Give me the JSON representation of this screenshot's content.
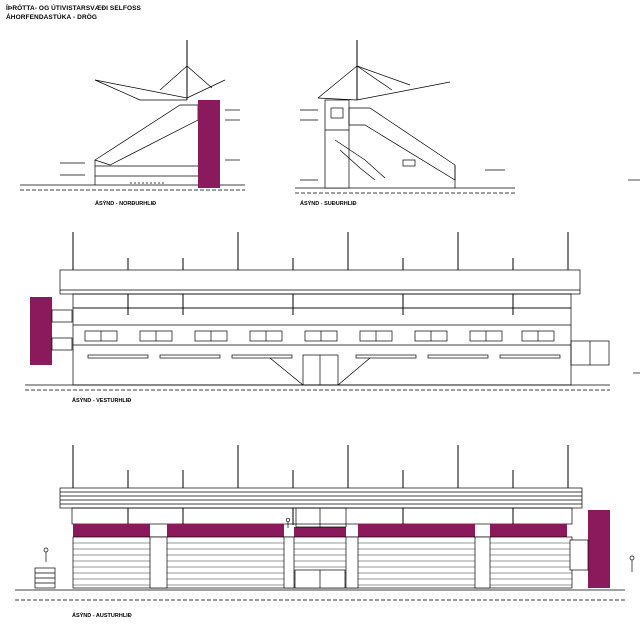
{
  "header": {
    "title": "ÍÞRÓTTA- OG ÚTIVISTARSVÆÐI SELFOSS",
    "subtitle": "ÁHORFENDASTÚKA - DRÖG"
  },
  "captions": {
    "north": "ÁSÝND - NORÐURHLIÐ",
    "south": "ÁSÝND - SUÐURHLIÐ",
    "west": "ÁSÝND - VESTURHLIÐ",
    "east": "ÁSÝND - AUSTURHLIÐ"
  },
  "colors": {
    "accent": "#8a1a5c",
    "line": "#000000"
  }
}
